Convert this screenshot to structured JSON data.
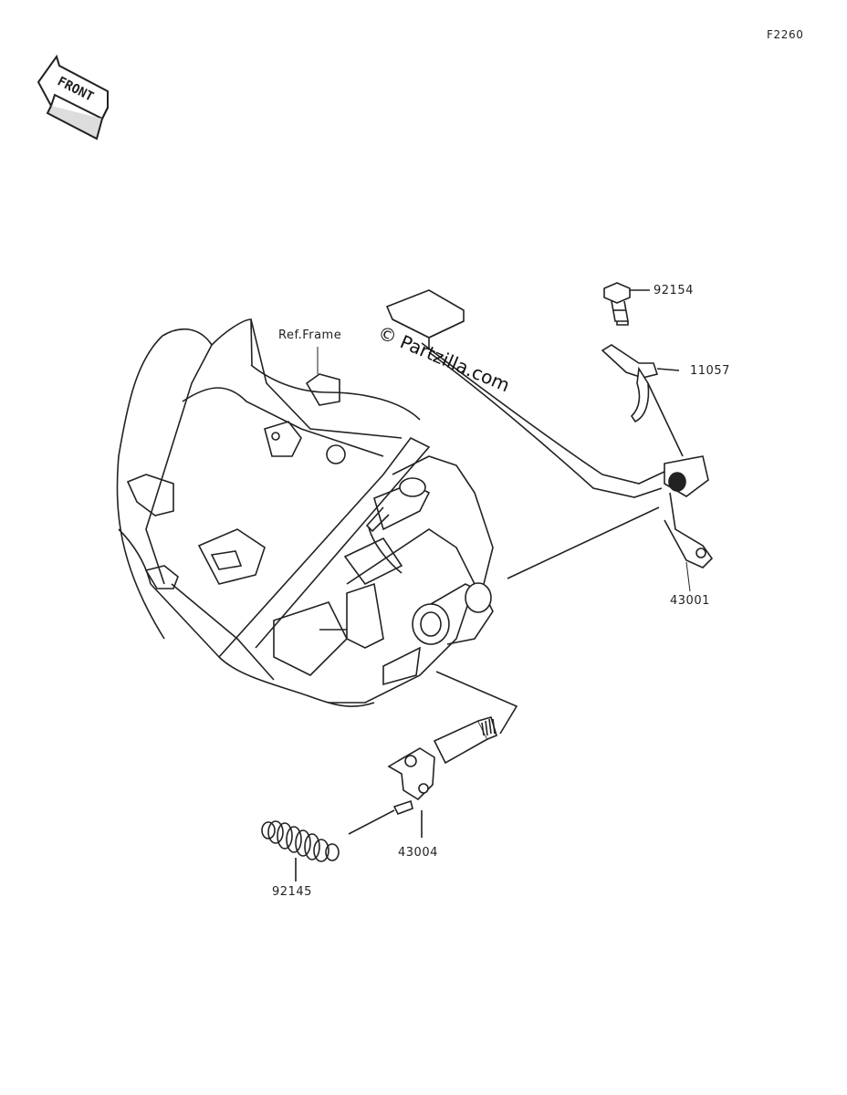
{
  "figure_code": "F2260",
  "front_badge": "FRONT",
  "watermark": "© Partzilla.com",
  "reference_label": "Ref.Frame",
  "parts": [
    {
      "part_number": "92154",
      "name": "bolt"
    },
    {
      "part_number": "11057",
      "name": "bracket"
    },
    {
      "part_number": "43001",
      "name": "brake-pedal"
    },
    {
      "part_number": "43004",
      "name": "brake-shaft"
    },
    {
      "part_number": "92145",
      "name": "return-spring"
    }
  ],
  "colors": {
    "line": "#222222",
    "background": "#ffffff"
  }
}
